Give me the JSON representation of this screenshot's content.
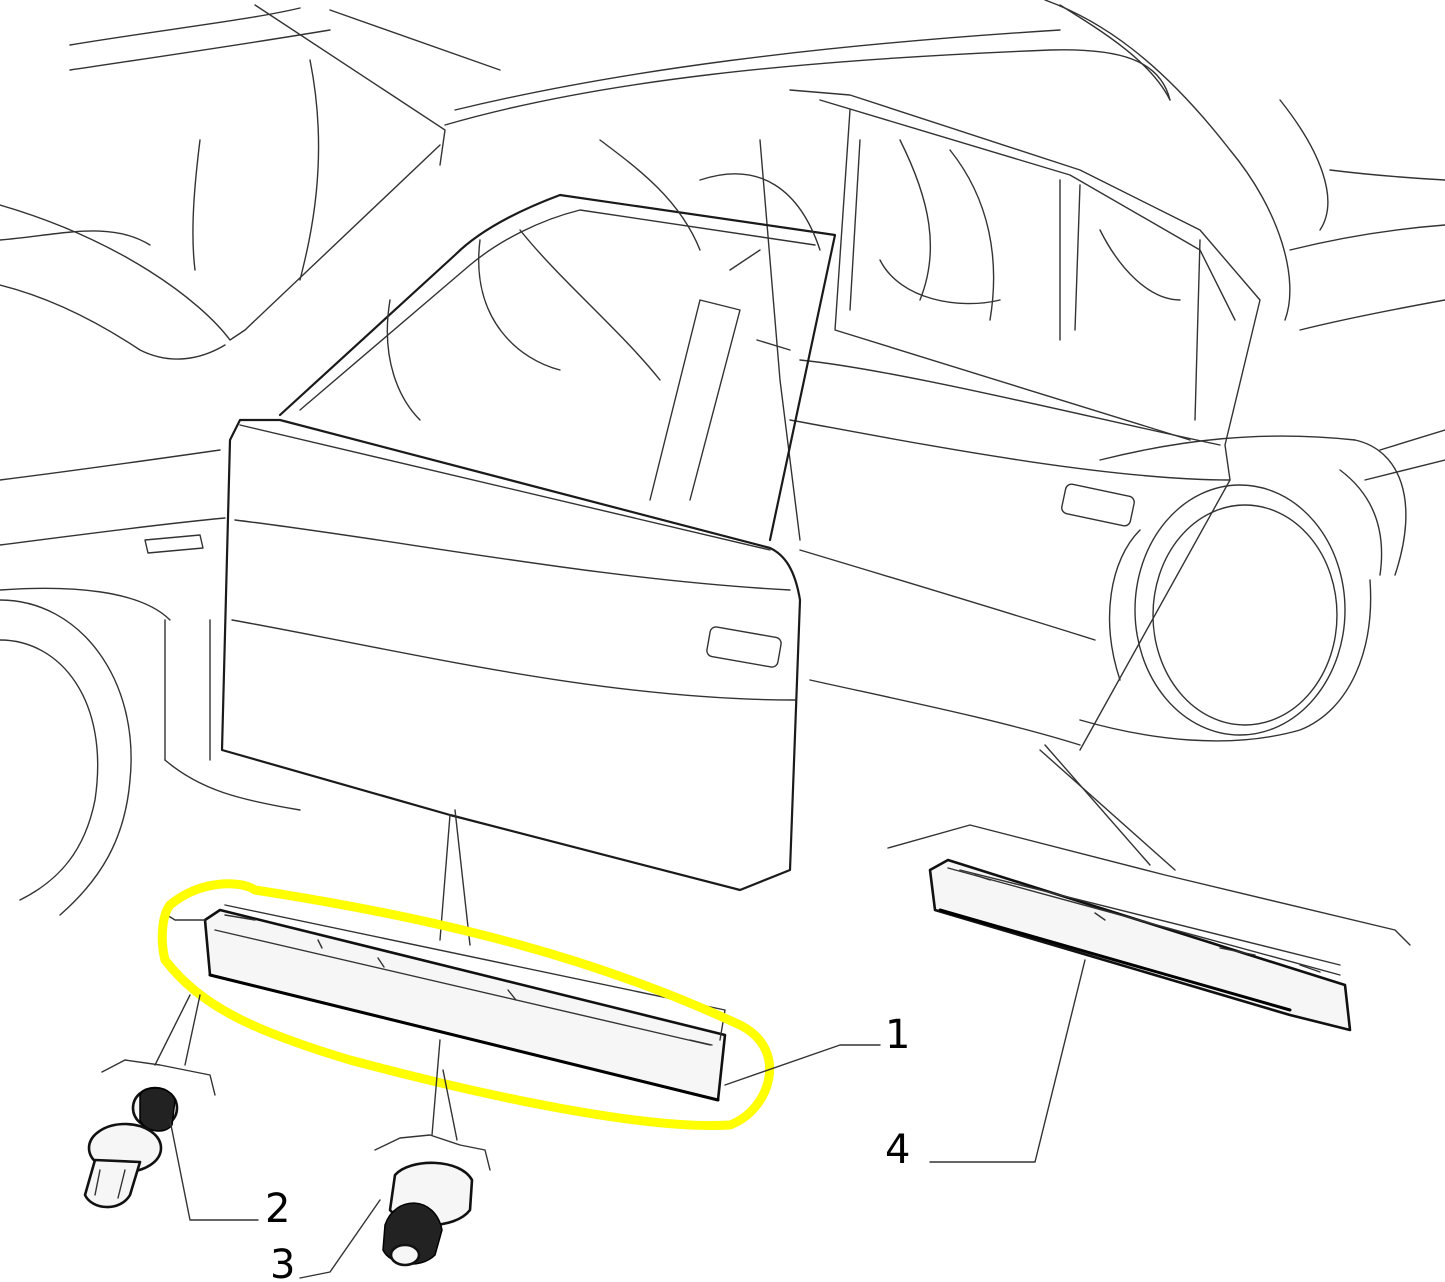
{
  "diagram": {
    "callouts": [
      {
        "id": "1",
        "label": "1"
      },
      {
        "id": "2",
        "label": "2"
      },
      {
        "id": "3",
        "label": "3"
      },
      {
        "id": "4",
        "label": "4"
      }
    ],
    "highlight_color": "#ffff00",
    "line_color": "#1a1a1a",
    "background_color": "#ffffff"
  }
}
